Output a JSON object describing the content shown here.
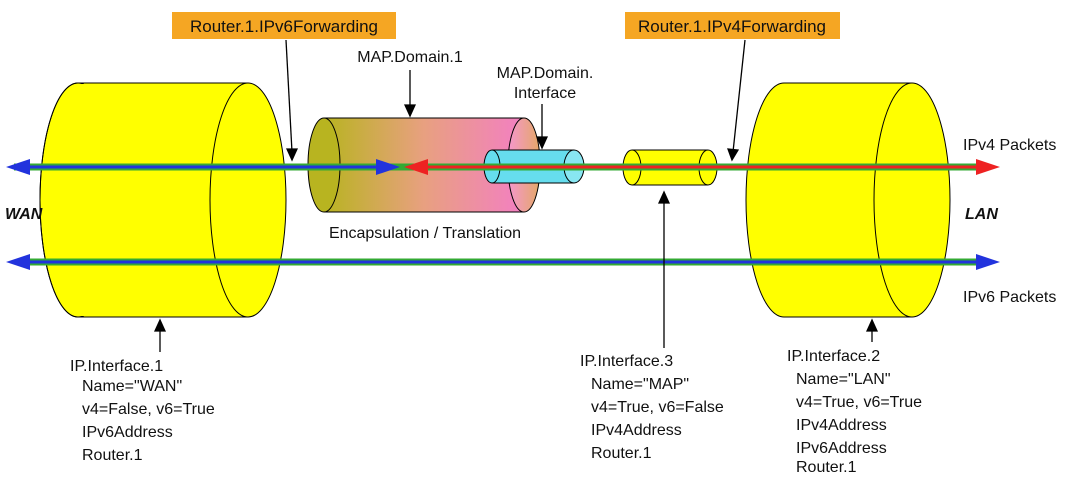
{
  "highlight_labels": {
    "ipv6_forwarding": "Router.1.IPv6Forwarding",
    "ipv4_forwarding": "Router.1.IPv4Forwarding"
  },
  "labels": {
    "map_domain": "MAP.Domain.1",
    "map_domain_interface_line1": "MAP.Domain.",
    "map_domain_interface_line2": "Interface",
    "encapsulation": "Encapsulation / Translation",
    "wan": "WAN",
    "lan": "LAN",
    "ipv4_packets": "IPv4 Packets",
    "ipv6_packets": "IPv6 Packets"
  },
  "interfaces": {
    "wan": [
      "IP.Interface.1",
      "Name=\"WAN\"",
      "v4=False, v6=True",
      "IPv6Address",
      "Router.1"
    ],
    "map": [
      "IP.Interface.3",
      "Name=\"MAP\"",
      "v4=True, v6=False",
      "IPv4Address",
      "Router.1"
    ],
    "lan": [
      "IP.Interface.2",
      "Name=\"LAN\"",
      "v4=True, v6=True",
      "IPv4Address",
      "IPv6Address",
      "Router.1"
    ]
  },
  "colors": {
    "highlight": "#f5a623",
    "cylinder": "#ffff00",
    "cyan_tube": "#66ddee",
    "blue_arrow": "#2233dd",
    "green_line": "#33aa33",
    "red_arrow": "#ee2222"
  }
}
